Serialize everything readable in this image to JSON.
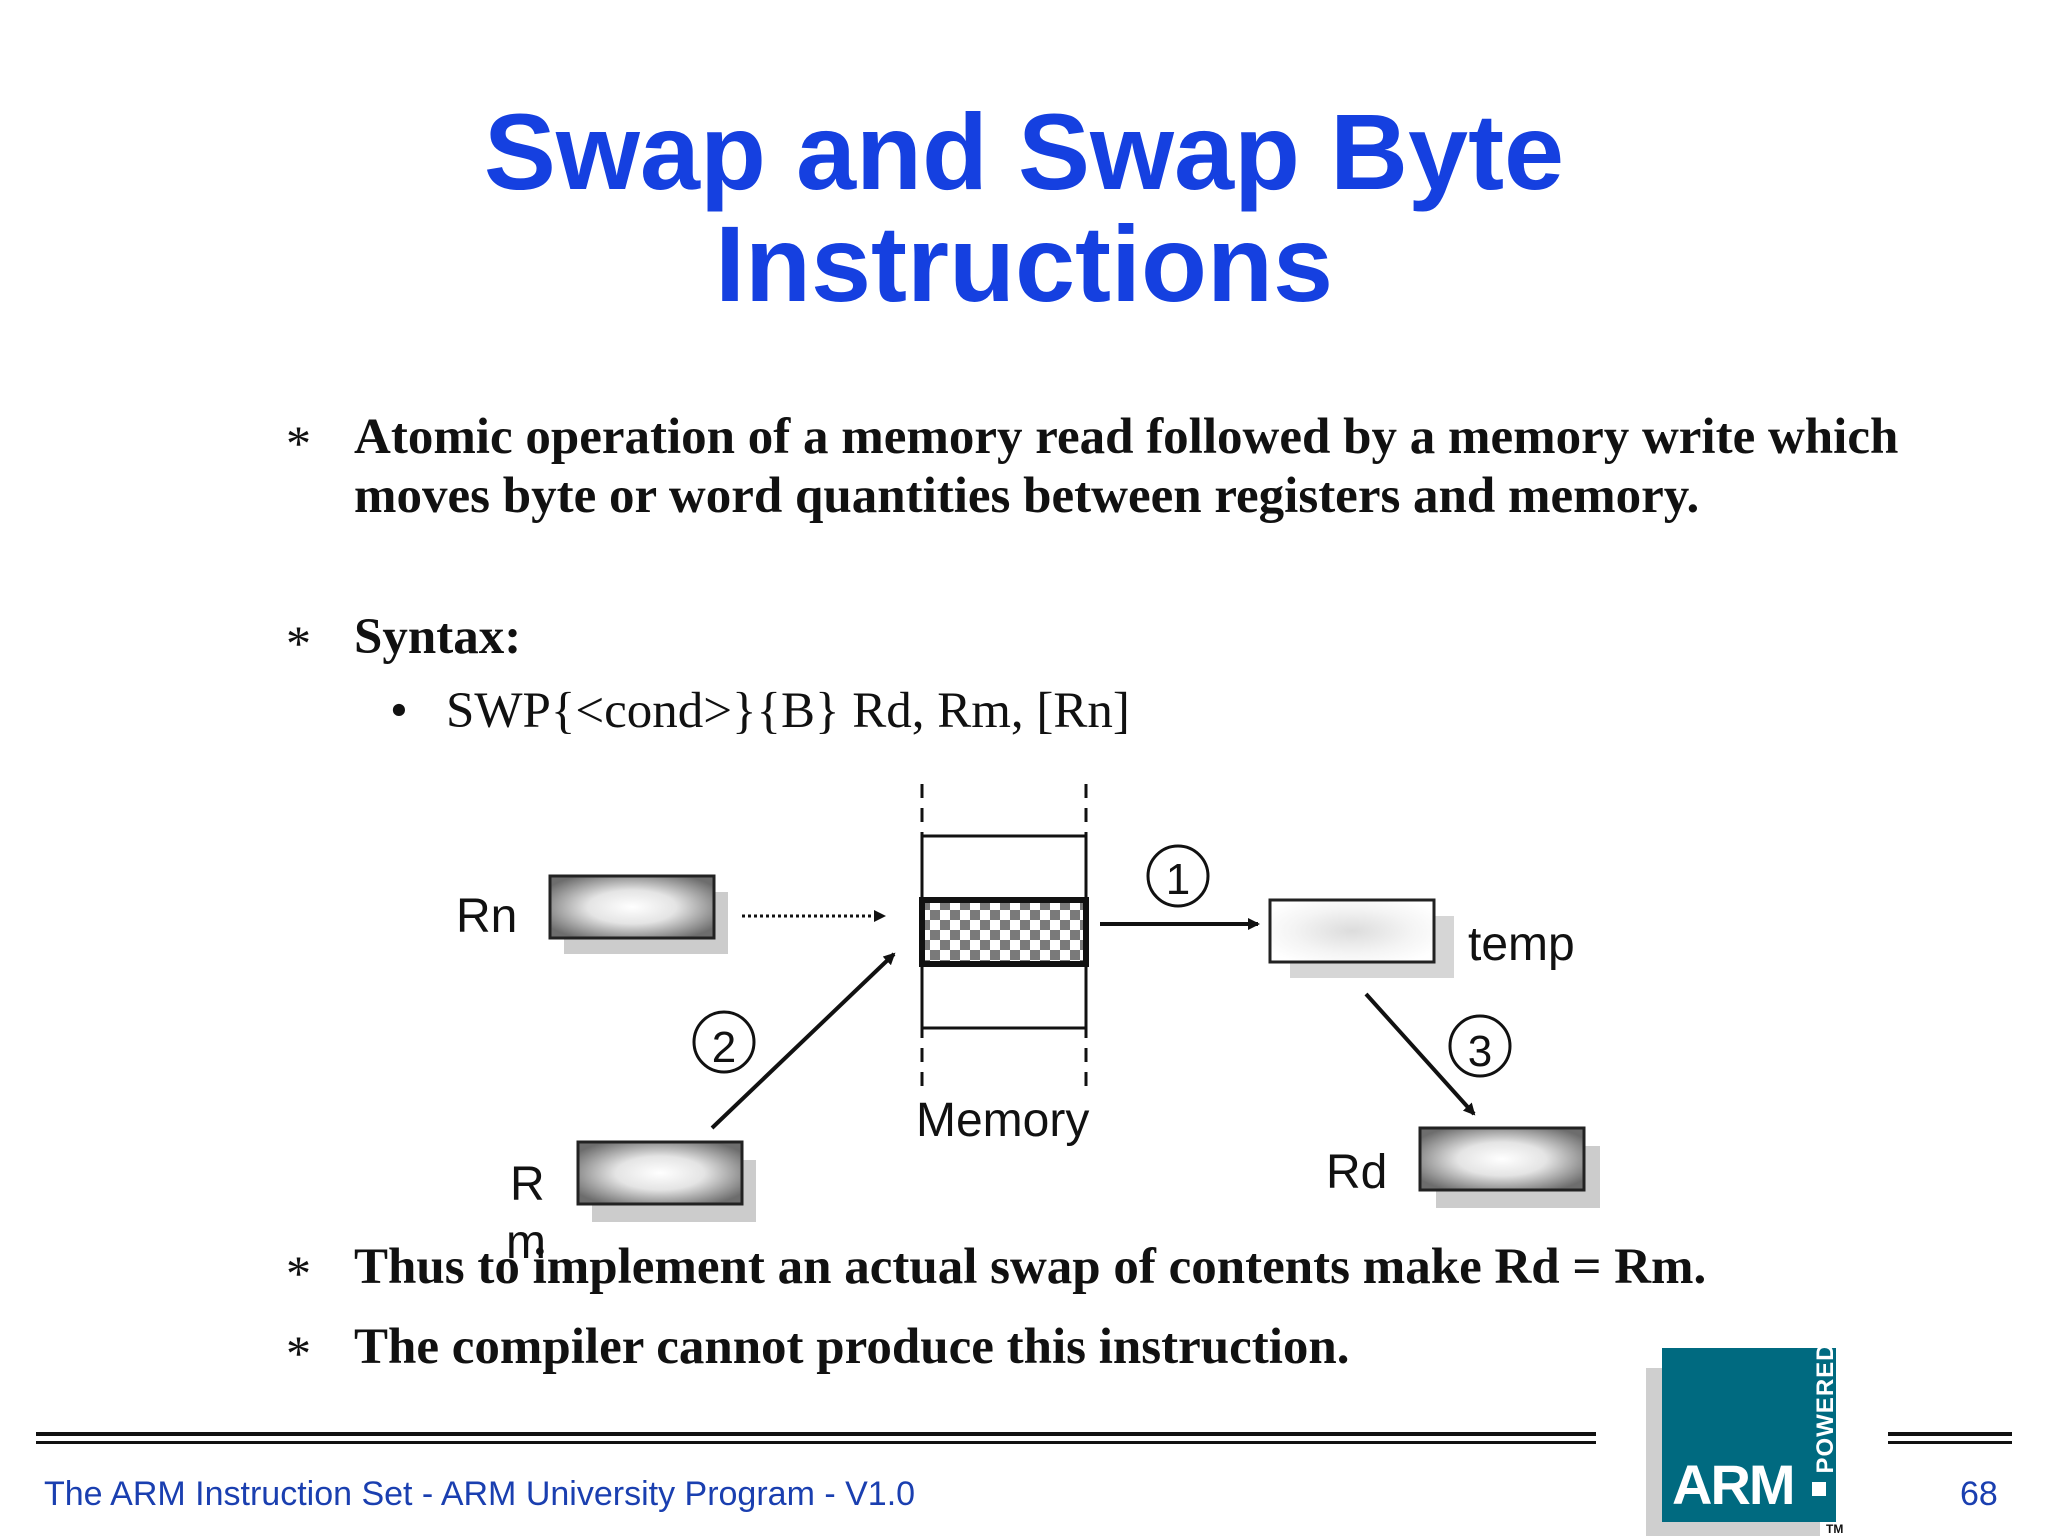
{
  "slide": {
    "title_line1": "Swap and Swap Byte",
    "title_line2": "Instructions",
    "bullets": [
      {
        "marker": "*",
        "text": "Atomic operation of a memory read followed by a memory write which moves byte or word quantities between registers and memory."
      },
      {
        "marker": "*",
        "text": "Syntax:"
      },
      {
        "marker": "*",
        "text": "Thus to implement an actual swap of contents make Rd = Rm."
      },
      {
        "marker": "*",
        "text": "The compiler cannot produce this instruction."
      }
    ],
    "sub_bullet": {
      "marker": "•",
      "text": "SWP{<cond>}{B} Rd, Rm, [Rn]"
    }
  },
  "diagram": {
    "labels": {
      "rn": "Rn",
      "rm_line1": "R",
      "rm_line2": "m",
      "memory": "Memory",
      "temp": "temp",
      "rd": "Rd"
    },
    "steps": [
      "1",
      "2",
      "3"
    ]
  },
  "footer": {
    "left_text": "The ARM Instruction Set - ARM University Program - V1.0",
    "page_number": "68"
  },
  "logo": {
    "brand": "ARM",
    "vertical_text": "POWERED",
    "trademark": "TM"
  },
  "colors": {
    "title": "#1540e0",
    "footer_text": "#1a3fb0",
    "logo_bg": "#006a80"
  }
}
